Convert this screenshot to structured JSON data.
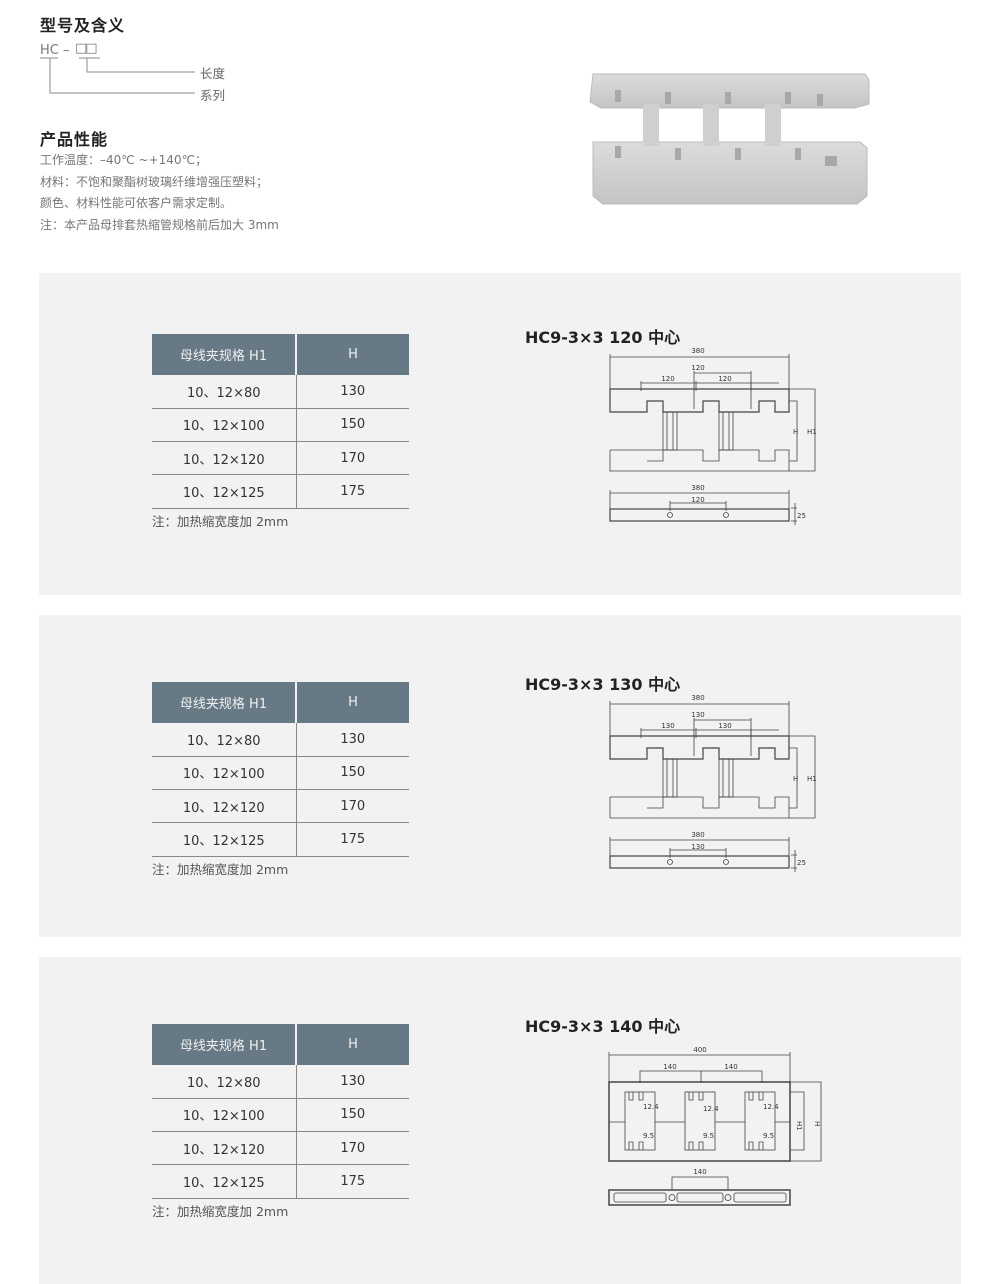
{
  "model": {
    "title": "型号及含义",
    "code": "HC",
    "dash": "–",
    "boxes": "□□",
    "length_label": "长度",
    "series_label": "系列"
  },
  "performance": {
    "title": "产品性能",
    "lines": [
      "工作温度：–40℃ ~+140℃；",
      "材料：不饱和聚酯树玻璃纤维增强压塑料；",
      "颜色、材料性能可依客户需求定制。",
      "注：本产品母排套热缩管规格前后加大 3mm"
    ]
  },
  "colors": {
    "table_header": "#667985",
    "panel": "#f2f2f2"
  },
  "sections": [
    {
      "title": "HC9-3×3 120 中心",
      "headers": [
        "母线夹规格 H1",
        "H"
      ],
      "rows": [
        [
          "10、12×80",
          "130"
        ],
        [
          "10、12×100",
          "150"
        ],
        [
          "10、12×120",
          "170"
        ],
        [
          "10、12×125",
          "175"
        ]
      ],
      "note": "注：加热缩宽度加 2mm",
      "dims": {
        "overall": "380",
        "center": "120",
        "side": "120",
        "h": "H",
        "h1": "H1",
        "side_overall": "380",
        "side_center": "120",
        "thickness": "25"
      }
    },
    {
      "title": "HC9-3×3 130 中心",
      "headers": [
        "母线夹规格 H1",
        "H"
      ],
      "rows": [
        [
          "10、12×80",
          "130"
        ],
        [
          "10、12×100",
          "150"
        ],
        [
          "10、12×120",
          "170"
        ],
        [
          "10、12×125",
          "175"
        ]
      ],
      "note": "注：加热缩宽度加 2mm",
      "dims": {
        "overall": "380",
        "center": "130",
        "side": "130",
        "h": "H",
        "h1": "H1",
        "side_overall": "380",
        "side_center": "130",
        "thickness": "25"
      }
    },
    {
      "title": "HC9-3×3 140 中心",
      "headers": [
        "母线夹规格 H1",
        "H"
      ],
      "rows": [
        [
          "10、12×80",
          "130"
        ],
        [
          "10、12×100",
          "150"
        ],
        [
          "10、12×120",
          "170"
        ],
        [
          "10、12×125",
          "175"
        ]
      ],
      "note": "注：加热缩宽度加 2mm",
      "dims": {
        "overall": "400",
        "center": "140",
        "slot1": "12.4",
        "slot2": "9.5",
        "h": "H",
        "h1": "H1",
        "side_center": "140"
      }
    }
  ]
}
